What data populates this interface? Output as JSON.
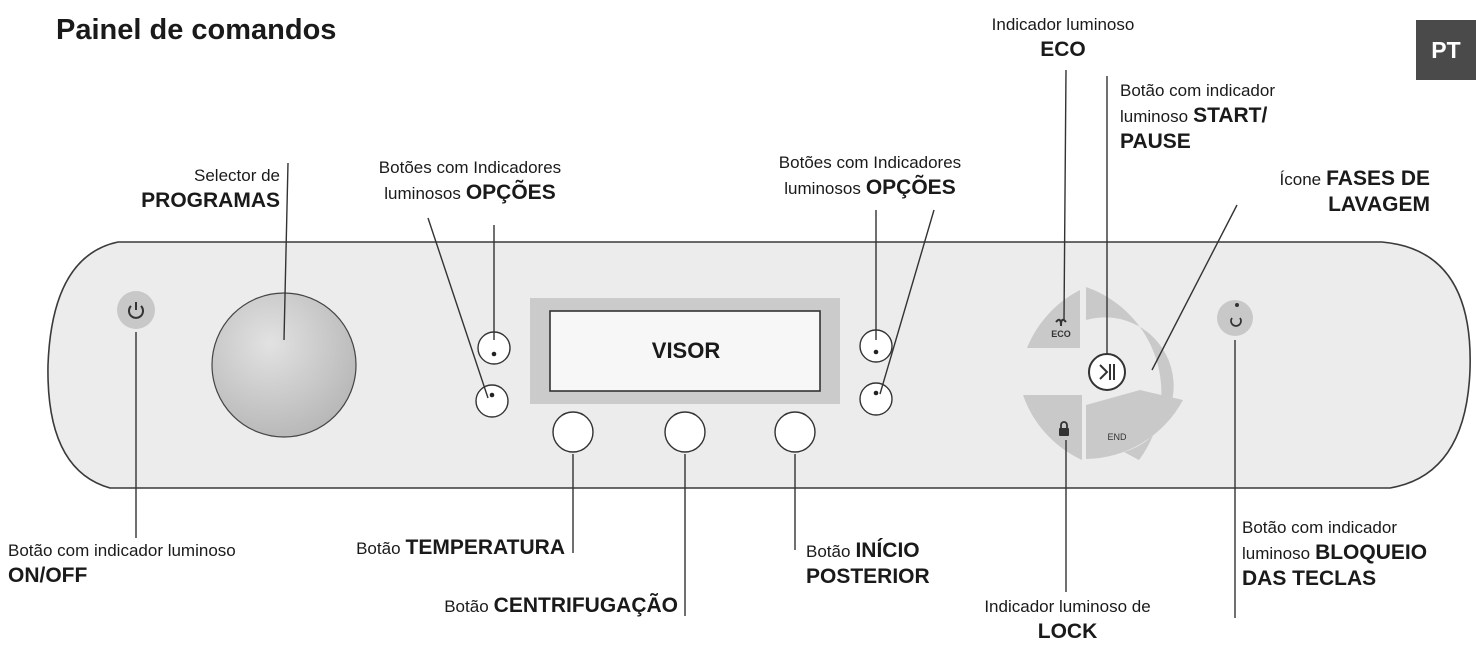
{
  "title": "Painel de comandos",
  "language_badge": "PT",
  "display": "VISOR",
  "labels": {
    "eco_light_1": "Indicador luminoso",
    "eco_light_2": "ECO",
    "start_1": "Botão com indicador",
    "start_2a": "luminoso",
    "start_2b": "START/",
    "start_3": "PAUSE",
    "phases_1a": "Ícone",
    "phases_1b": "FASES DE",
    "phases_2": "LAVAGEM",
    "selector_1": "Selector de",
    "selector_2": "PROGRAMAS",
    "options_left_1": "Botões com Indicadores",
    "options_left_2a": "luminosos",
    "options_left_2b": "OPÇÕES",
    "options_right_1": "Botões com Indicadores",
    "options_right_2a": "luminosos",
    "options_right_2b": "OPÇÕES",
    "onoff_1": "Botão com indicador luminoso",
    "onoff_2": "ON/OFF",
    "temp_a": "Botão",
    "temp_b": "TEMPERATURA",
    "spin_a": "Botão",
    "spin_b": "CENTRIFUGAÇÃO",
    "delay_1a": "Botão",
    "delay_1b": "INÍCIO",
    "delay_2": "POSTERIOR",
    "lock_1": "Indicador luminoso de",
    "lock_2": "LOCK",
    "keylock_1": "Botão com indicador",
    "keylock_2a": "luminoso",
    "keylock_2b": "BLOQUEIO",
    "keylock_3": "DAS TECLAS"
  },
  "panel_marks": {
    "eco": "ECO",
    "end": "END"
  }
}
